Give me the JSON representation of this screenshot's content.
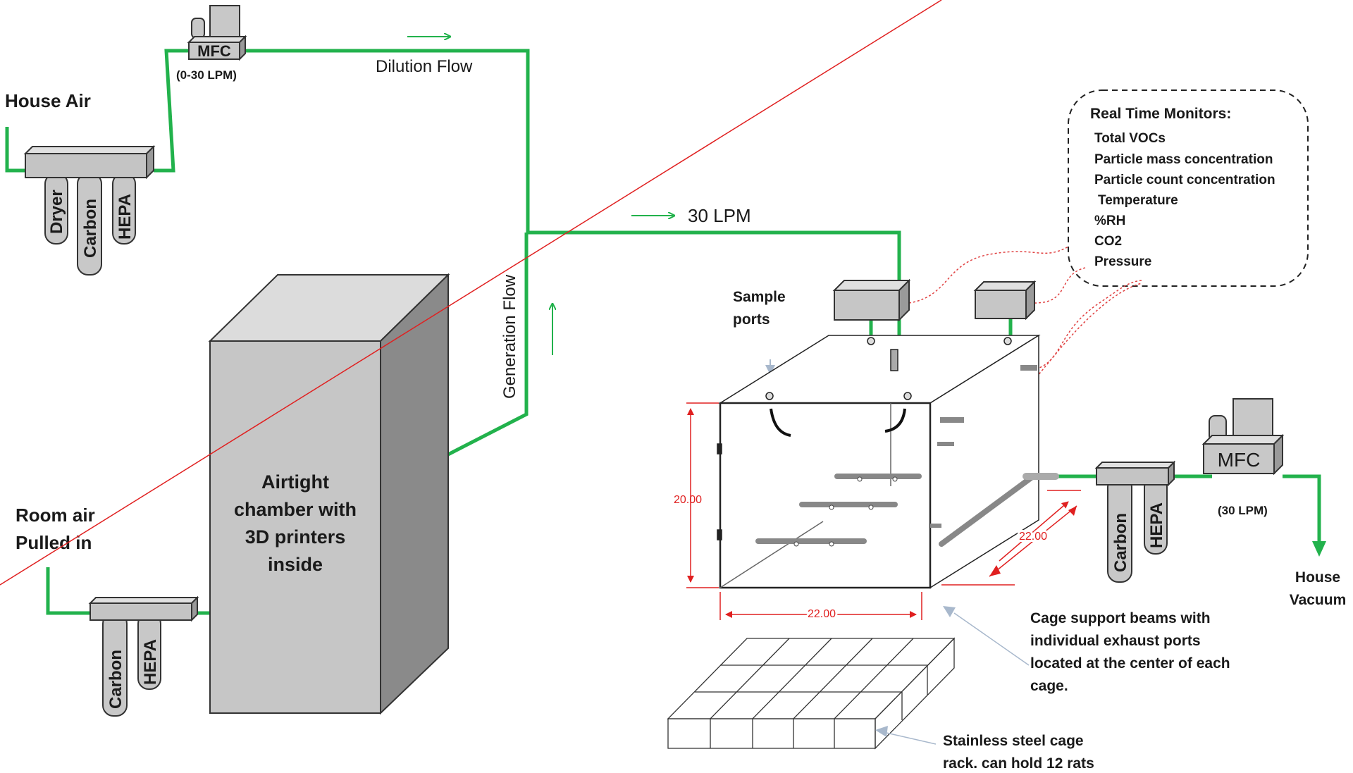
{
  "colors": {
    "flow": "#22b24c",
    "dimension": "#e02020",
    "box_fill": "#c8c8c8",
    "box_stroke": "#333333",
    "sensor_wire": "#e04040"
  },
  "house_air": {
    "label": "House Air",
    "filters": [
      "Dryer",
      "Carbon",
      "HEPA"
    ]
  },
  "mfc_top": {
    "label": "MFC",
    "range": "(0-30 LPM)"
  },
  "dilution_flow": {
    "label": "Dilution Flow"
  },
  "generation_flow": {
    "label": "Generation Flow"
  },
  "main_flow": {
    "label": "30 LPM"
  },
  "room_air": {
    "label_line1": "Room air",
    "label_line2": "Pulled in",
    "filters": [
      "Carbon",
      "HEPA"
    ]
  },
  "chamber": {
    "line1": "Airtight",
    "line2": "chamber with",
    "line3": "3D printers",
    "line4": "inside"
  },
  "monitors": {
    "title": "Real Time Monitors:",
    "items": [
      "Total VOCs",
      "Particle mass concentration",
      "Particle count concentration",
      "Temperature",
      "%RH",
      "CO2",
      "Pressure"
    ]
  },
  "sample_ports": {
    "line1": "Sample",
    "line2": "ports"
  },
  "exposure_box": {
    "height": "20.00",
    "width": "22.00",
    "depth": "22.00"
  },
  "exhaust": {
    "filters": [
      "Carbon",
      "HEPA"
    ],
    "mfc_label": "MFC",
    "mfc_range": "(30 LPM)",
    "vacuum_line1": "House",
    "vacuum_line2": "Vacuum"
  },
  "annotations": {
    "beams_line1": "Cage support beams with",
    "beams_line2": "individual exhaust ports",
    "beams_line3": "located at the center of each",
    "beams_line4": "cage.",
    "rack_line1": "Stainless  steel cage",
    "rack_line2": "rack. can hold 12 rats"
  }
}
